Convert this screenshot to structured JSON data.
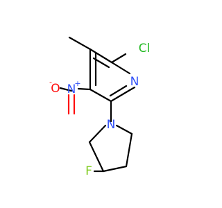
{
  "molecule": {
    "atoms": {
      "cl": {
        "text": "Cl",
        "color": "#22b922"
      },
      "n_ring": {
        "text": "N",
        "color": "#3050f8"
      },
      "n_nitro": {
        "text": "N",
        "color": "#3050f8",
        "charge": "+"
      },
      "o_nitro": {
        "text": "O",
        "color": "#ff0d0d",
        "charge": "-"
      },
      "n_pyrrolidine": {
        "text": "N",
        "color": "#3050f8"
      },
      "f": {
        "text": "F",
        "color": "#7fcc1f"
      }
    },
    "colors": {
      "bond": "#000000",
      "nitro_double_bond_oxygen": "#ff0d0d"
    }
  }
}
